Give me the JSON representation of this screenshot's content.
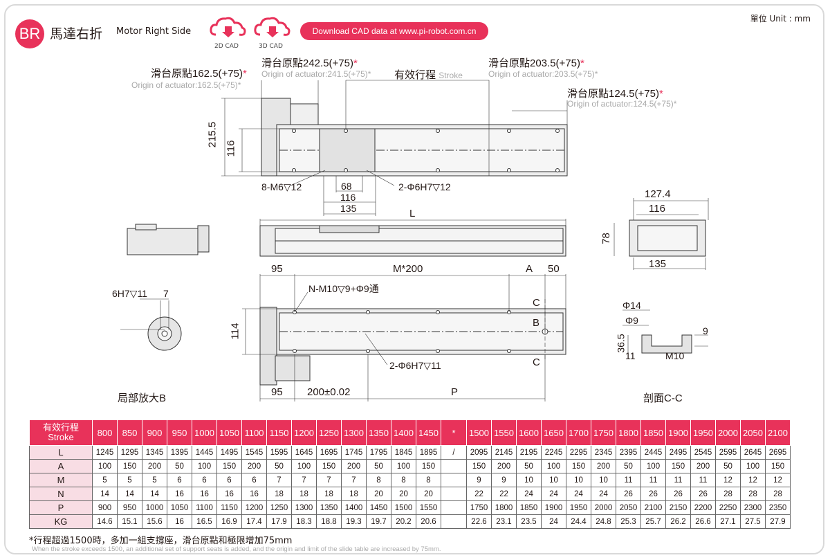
{
  "header": {
    "badge": "BR",
    "title_cn": "馬達右折",
    "title_en": "Motor Right Side",
    "cad2d": "2D CAD",
    "cad3d": "3D CAD",
    "download": "Download CAD data at www.pi-robot.com.cn",
    "unit": "單位 Unit : mm",
    "accent": "#e8325a"
  },
  "top_view": {
    "origin162": "滑台原點162.5(+75)",
    "origin162_en": "Origin of actuator:162.5(+75)*",
    "origin242": "滑台原點242.5(+75)",
    "origin242_en": "Origin of actuator:241.5(+75)*",
    "stroke": "有效行程",
    "stroke_en": "Stroke",
    "origin203": "滑台原點203.5(+75)",
    "origin203_en": "Origin of actuator:203.5(+75)*",
    "origin124": "滑台原點124.5(+75)",
    "origin124_en": "Origin of actuator:124.5(+75)*",
    "star": "*",
    "d215": "215.5",
    "d116v": "116",
    "m6": "8-M6▽12",
    "d68": "68",
    "d116": "116",
    "d135": "135",
    "phi6": "2-Φ6H7▽12",
    "L": "L"
  },
  "end_view": {
    "d127": "127.4",
    "d116": "116",
    "d78": "78",
    "d135": "135"
  },
  "bottom_view": {
    "d95": "95",
    "m200": "M*200",
    "A": "A",
    "d50": "50",
    "nm10": "N-M10▽9+Φ9通",
    "C1": "C",
    "B": "B",
    "C2": "C",
    "d114": "114",
    "phi6b": "2-Φ6H7▽11",
    "d95b": "95",
    "d200": "200±0.02",
    "P": "P"
  },
  "detail_b": {
    "label": "局部放大B",
    "h7": "6H7▽11",
    "d7": "7"
  },
  "section_cc": {
    "label": "剖面C-C",
    "phi14": "Φ14",
    "phi9": "Φ9",
    "d36": "36.5",
    "d11": "11",
    "m10": "M10",
    "d9": "9"
  },
  "table": {
    "header_cn": "有效行程",
    "header_en": "Stroke",
    "star": "*",
    "strokes_a": [
      "800",
      "850",
      "900",
      "950",
      "1000",
      "1050",
      "1100",
      "1150",
      "1200",
      "1250",
      "1300",
      "1350",
      "1400",
      "1450"
    ],
    "strokes_b": [
      "1500",
      "1550",
      "1600",
      "1650",
      "1700",
      "1750",
      "1800",
      "1850",
      "1900",
      "1950",
      "2000",
      "2050",
      "2100"
    ],
    "rows": [
      {
        "label": "L",
        "sep": "/",
        "a": [
          "1245",
          "1295",
          "1345",
          "1395",
          "1445",
          "1495",
          "1545",
          "1595",
          "1645",
          "1695",
          "1745",
          "1795",
          "1845",
          "1895"
        ],
        "b": [
          "2095",
          "2145",
          "2195",
          "2245",
          "2295",
          "2345",
          "2395",
          "2445",
          "2495",
          "2545",
          "2595",
          "2645",
          "2695"
        ]
      },
      {
        "label": "A",
        "sep": "",
        "a": [
          "100",
          "150",
          "200",
          "50",
          "100",
          "150",
          "200",
          "50",
          "100",
          "150",
          "200",
          "50",
          "100",
          "150"
        ],
        "b": [
          "150",
          "200",
          "50",
          "100",
          "150",
          "200",
          "50",
          "100",
          "150",
          "200",
          "50",
          "100",
          "150"
        ]
      },
      {
        "label": "M",
        "sep": "",
        "a": [
          "5",
          "5",
          "5",
          "6",
          "6",
          "6",
          "6",
          "7",
          "7",
          "7",
          "7",
          "8",
          "8",
          "8"
        ],
        "b": [
          "9",
          "9",
          "10",
          "10",
          "10",
          "10",
          "11",
          "11",
          "11",
          "11",
          "12",
          "12",
          "12"
        ]
      },
      {
        "label": "N",
        "sep": "",
        "a": [
          "14",
          "14",
          "14",
          "16",
          "16",
          "16",
          "16",
          "18",
          "18",
          "18",
          "18",
          "20",
          "20",
          "20"
        ],
        "b": [
          "22",
          "22",
          "24",
          "24",
          "24",
          "24",
          "26",
          "26",
          "26",
          "26",
          "28",
          "28",
          "28"
        ]
      },
      {
        "label": "P",
        "sep": "",
        "a": [
          "900",
          "950",
          "1000",
          "1050",
          "1100",
          "1150",
          "1200",
          "1250",
          "1300",
          "1350",
          "1400",
          "1450",
          "1500",
          "1550"
        ],
        "b": [
          "1750",
          "1800",
          "1850",
          "1900",
          "1950",
          "2000",
          "2050",
          "2100",
          "2150",
          "2200",
          "2250",
          "2300",
          "2350"
        ]
      },
      {
        "label": "KG",
        "sep": "",
        "a": [
          "14.6",
          "15.1",
          "15.6",
          "16",
          "16.5",
          "16.9",
          "17.4",
          "17.9",
          "18.3",
          "18.8",
          "19.3",
          "19.7",
          "20.2",
          "20.6"
        ],
        "b": [
          "22.6",
          "23.1",
          "23.5",
          "24",
          "24.4",
          "24.8",
          "25.3",
          "25.7",
          "26.2",
          "26.6",
          "27.1",
          "27.5",
          "27.9"
        ]
      }
    ]
  },
  "notes": {
    "cn": "*行程超過1500時，多加一組支撐座，滑台原點和極限增加75mm",
    "en": "When the stroke exceeds 1500, an additional set of support seats is added, and the origin and limit of the slide table are increased by 75mm."
  }
}
